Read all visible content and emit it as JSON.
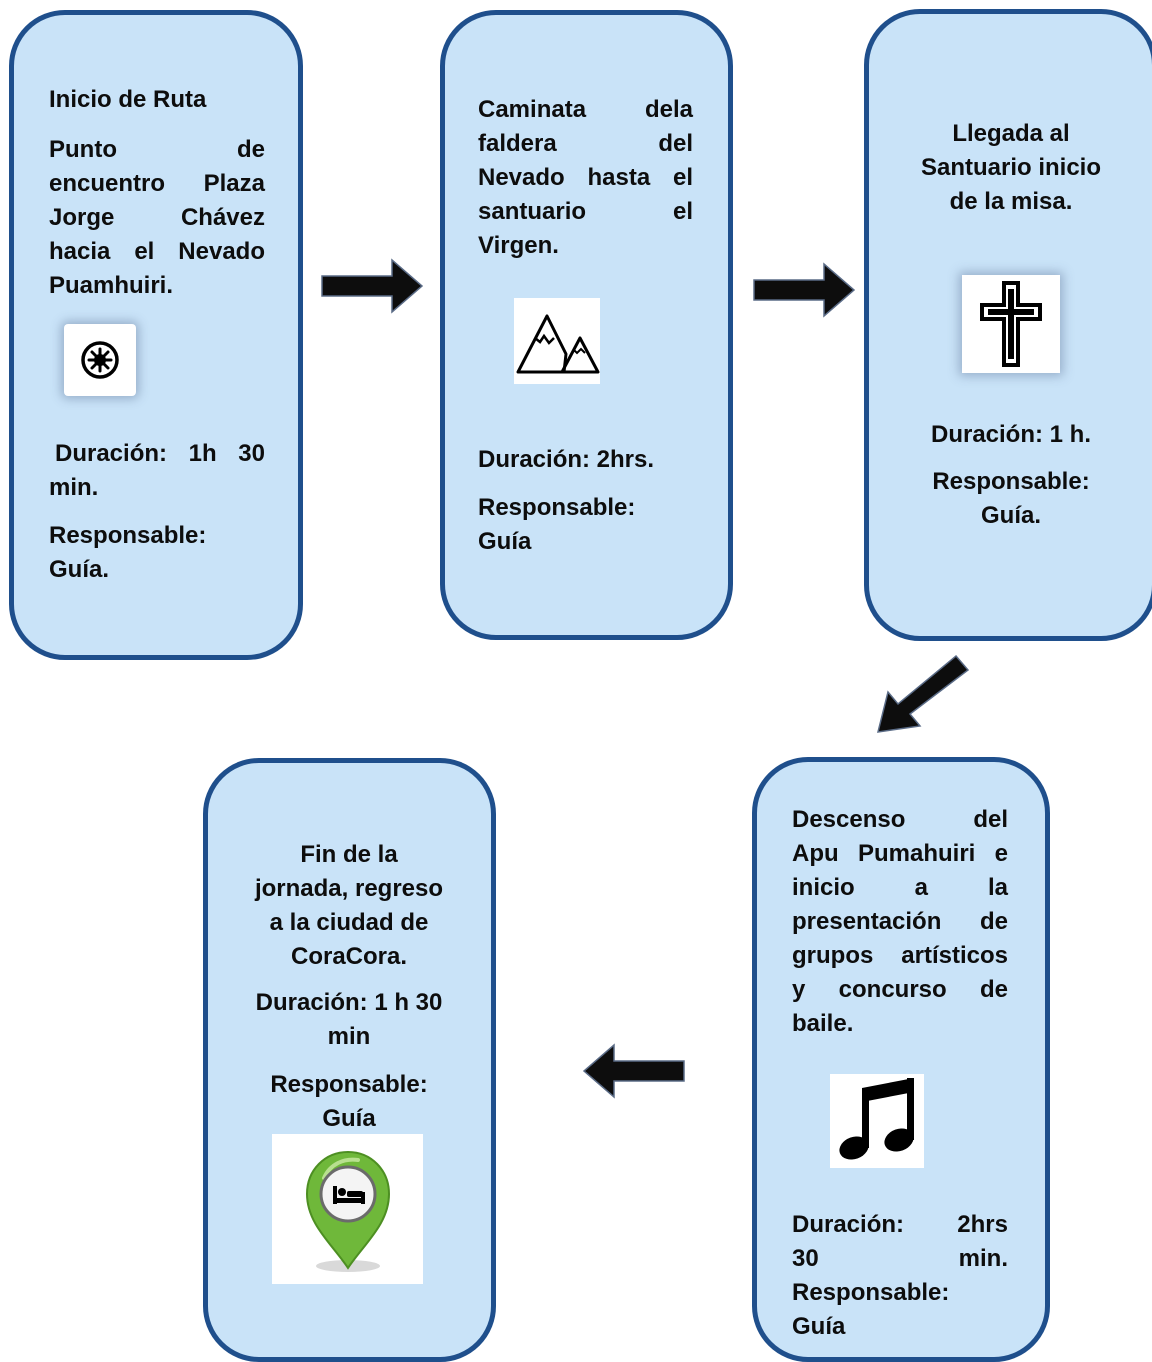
{
  "step1": {
    "title": "Inicio de Ruta",
    "line1": "Punto de",
    "line2": "encuentro Plaza",
    "line3": "Jorge Chávez",
    "line4": "hacia el Nevado",
    "line5": "Puamhuiri.",
    "duration1": "Duración: 1h 30",
    "duration2": "min.",
    "responsible1": "Responsable:",
    "responsible2": "Guía.",
    "icon": "sun-icon"
  },
  "step2": {
    "line1": "Caminata dela",
    "line2": "faldera del",
    "line3": "Nevado hasta el",
    "line4": "santuario el",
    "line5": "Virgen.",
    "duration": "Duración: 2hrs.",
    "responsible1": "Responsable:",
    "responsible2": "Guía",
    "icon": "mountain-icon"
  },
  "step3": {
    "line1": "Llegada al",
    "line2": "Santuario inicio",
    "line3": "de la misa.",
    "duration": "Duración: 1 h.",
    "responsible1": "Responsable:",
    "responsible2": "Guía.",
    "icon": "cross-icon"
  },
  "step4": {
    "line1": "Descenso del",
    "line2": "Apu Pumahuiri e",
    "line3": "inicio a la",
    "line4": "presentación de",
    "line5": "grupos artísticos",
    "line6": "y concurso de",
    "line7": "baile.",
    "duration1": "Duración: 2hrs",
    "duration2": "30 min.",
    "responsible1": "Responsable:",
    "responsible2": "Guía",
    "icon": "music-note-icon"
  },
  "step5": {
    "line1": "Fin de la",
    "line2": "jornada, regreso",
    "line3": "a la ciudad de",
    "line4": "CoraCora.",
    "duration1": "Duración: 1 h 30",
    "duration2": "min",
    "responsible1": "Responsable:",
    "responsible2": "Guía",
    "icon": "hotel-location-pin-icon"
  },
  "colors": {
    "box_fill": "#c9e3f8",
    "box_border": "#1f4f8c",
    "arrow": "#0d0d0d",
    "pin_green": "#6fb83a"
  }
}
